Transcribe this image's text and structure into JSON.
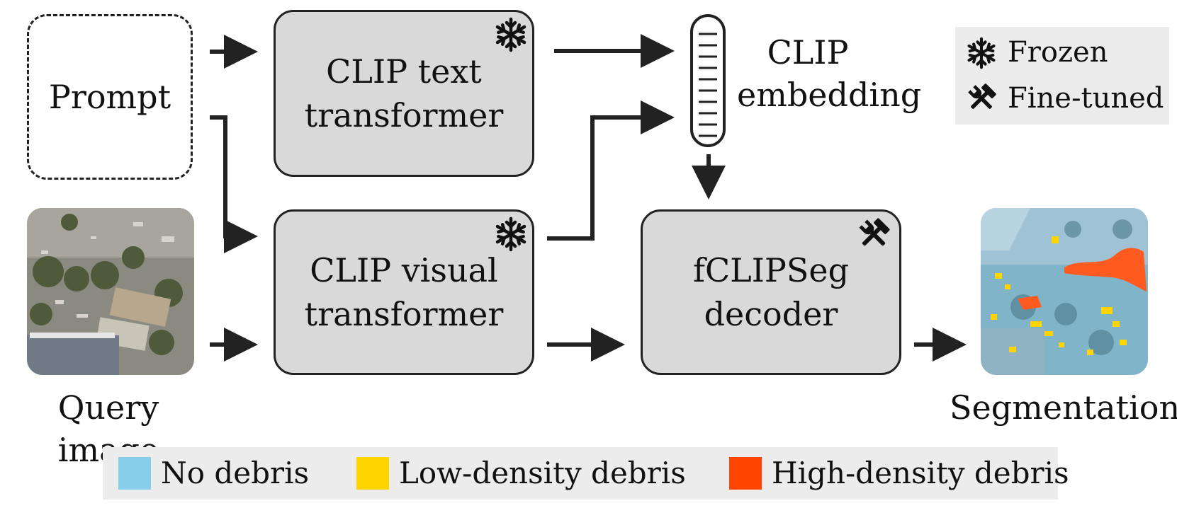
{
  "blocks": {
    "prompt": "Prompt",
    "text_transformer": [
      "CLIP text",
      "transformer"
    ],
    "visual_transformer": [
      "CLIP visual",
      "transformer"
    ],
    "decoder": [
      "fCLIPSeg",
      "decoder"
    ]
  },
  "embedding_label": [
    "CLIP",
    "embedding"
  ],
  "query_label": "Query image",
  "segmentation_label": "Segmentation",
  "status_legend": {
    "frozen": "Frozen",
    "finetuned": "Fine-tuned"
  },
  "class_legend": [
    {
      "label": "No debris",
      "color": "#87ceeb"
    },
    {
      "label": "Low-density debris",
      "color": "#ffd500"
    },
    {
      "label": "High-density debris",
      "color": "#ff4500"
    }
  ],
  "icons": {
    "frozen": "snowflake-icon",
    "finetuned": "hammer-wrench-icon"
  }
}
